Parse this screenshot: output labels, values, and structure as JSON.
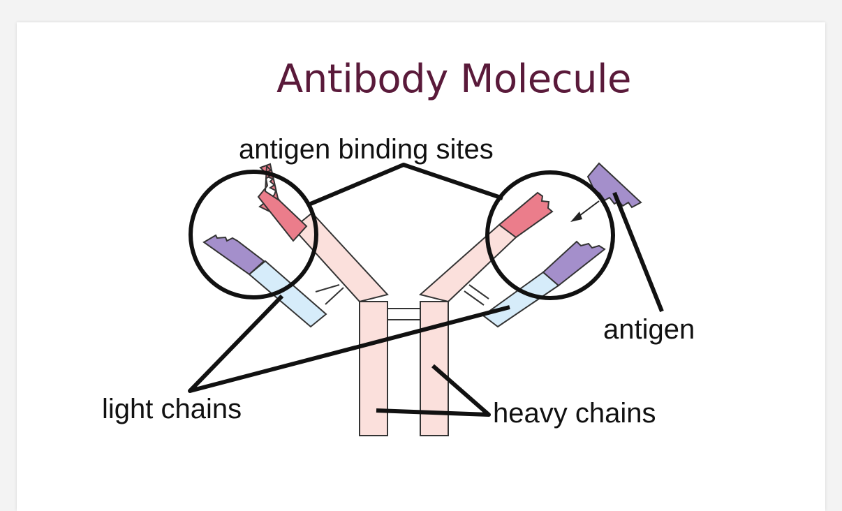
{
  "title": "Antibody Molecule",
  "labels": {
    "binding_sites": "antigen binding sites",
    "antigen": "antigen",
    "light_chains": "light chains",
    "heavy_chains": "heavy chains"
  },
  "colors": {
    "background": "#f3f3f3",
    "card": "#ffffff",
    "title": "#5a1a3a",
    "heavy_chain": "#fbe0dc",
    "heavy_variable": "#eb7d8b",
    "light_chain": "#d6ecfa",
    "light_variable": "#a48fcb",
    "antigen": "#a48fcb",
    "outline": "#111111"
  }
}
